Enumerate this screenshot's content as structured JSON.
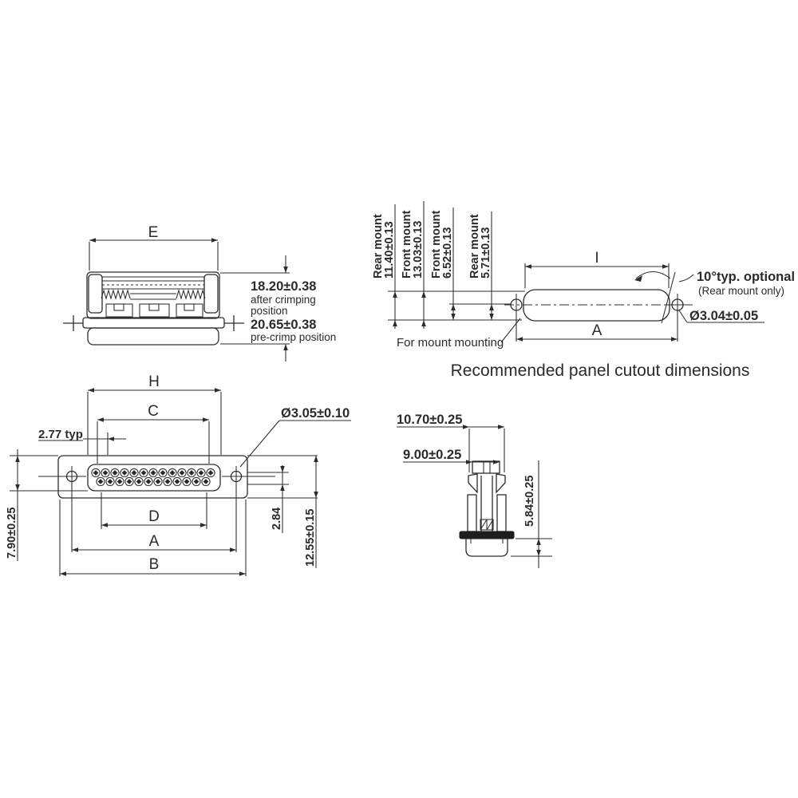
{
  "ink_color": "#2c2c2c",
  "caption": "Recommended panel cutout dimensions",
  "rear_view": {
    "dim_e": "E",
    "after_crimp_value": "18.20±0.38",
    "after_crimp_note_1": "after crimping",
    "after_crimp_note_2": "position",
    "pre_crimp_value": "20.65±0.38",
    "pre_crimp_note": "pre-crimp position"
  },
  "panel_cutout": {
    "col1_label": "Rear mount",
    "col1_value": "11.40±0.13",
    "col2_label": "Front mount",
    "col2_value": "13.03±0.13",
    "col3_label": "Front mount",
    "col3_value": "6.52±0.13",
    "col4_label": "Rear mount",
    "col4_value": "5.71±0.13",
    "dim_i": "I",
    "dim_a": "A",
    "angle_note_1": "10°typ. optional",
    "angle_note_2": "(Rear mount only)",
    "hole_dia": "Ø3.04±0.05",
    "mount_note": "For mount mounting"
  },
  "front_view": {
    "dim_h": "H",
    "dim_c": "C",
    "dim_d": "D",
    "dim_a": "A",
    "dim_b": "B",
    "pitch": "2.77 typ",
    "hole_dia": "Ø3.05±0.10",
    "height_left": "7.90±0.25",
    "dim_row_offset": "2.84",
    "dim_height": "12.55±0.15",
    "pins_top_row": 13,
    "pins_bottom_row": 12
  },
  "side_view": {
    "width_outer": "10.70±0.25",
    "width_inner": "9.00±0.25",
    "height": "5.84±0.25"
  }
}
